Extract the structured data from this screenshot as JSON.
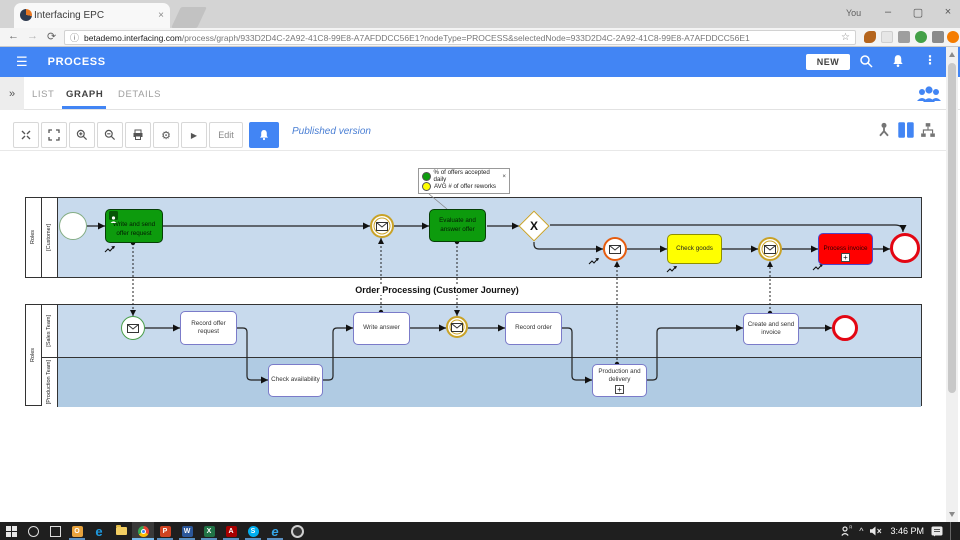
{
  "browser": {
    "tab_title": "Interfacing EPC",
    "tab_close_icon": "×",
    "profile_label": "You",
    "minimize_icon": "–",
    "maximize_icon": "▢",
    "close_icon": "×",
    "back_icon": "←",
    "forward_icon": "→",
    "reload_icon": "⟳",
    "site_info_icon": "ⓘ",
    "url_domain": "betademo.interfacing.com",
    "url_path": "/process/graph/933D2D4C-2A92-41C8-99E8-A7AFDDCC56E1?nodeType=PROCESS&selectedNode=933D2D4C-2A92-41C8-99E8-A7AFDDCC56E1",
    "bookmark_icon": "☆"
  },
  "header": {
    "menu_icon": "☰",
    "title": "PROCESS",
    "new_button": "NEW",
    "more_icon": "⋮"
  },
  "nav": {
    "collapse_icon": "»",
    "tabs": [
      {
        "label": "LIST"
      },
      {
        "label": "GRAPH"
      },
      {
        "label": "DETAILS"
      }
    ]
  },
  "toolbar": {
    "gear_icon": "⚙",
    "play_icon": "▶",
    "edit_label": "Edit",
    "status_text": "Published version"
  },
  "legend": {
    "close_icon": "×",
    "items": [
      {
        "label": "% of offers accepted daily",
        "color": "#0f9d0f"
      },
      {
        "label": "AVG # of offer reworks",
        "color": "#ffff00"
      }
    ]
  },
  "diagram": {
    "title": "Order Processing (Customer Journey)",
    "pool1": {
      "role": "Roles",
      "lane": "[Customer]"
    },
    "pool2": {
      "role": "Roles",
      "lane_top": "[Sales Team]",
      "lane_bottom": "[Production Team]"
    },
    "gateway_label": "X",
    "subprocess_marker": "+",
    "nodes": {
      "write_send": "Write and send offer request",
      "evaluate": "Evaluate and answer offer",
      "check_goods": "Check goods",
      "process_invoice": "Process invoice",
      "record_offer": "Record offer request",
      "check_availability": "Check availability",
      "write_answer": "Write answer",
      "record_order": "Record order",
      "production_delivery": "Production and delivery",
      "create_invoice": "Create and send invoice"
    }
  },
  "colors": {
    "accent_blue": "#4285f4",
    "task_green": "#0d9b0d",
    "task_yellow": "#ffff00",
    "task_red": "#ff0000",
    "lane_light": "#c8daed",
    "lane_dark": "#b0cbe3",
    "status_link": "#4a7fd4",
    "end_red": "#e30613",
    "event_gold": "#c9a227",
    "event_orange": "#e55c0f",
    "event_green": "#4a9e4a"
  },
  "taskbar": {
    "time": "3:46 PM",
    "tray_chevron": "^",
    "tray_people_badge": "ᴿ",
    "apps": [
      {
        "name": "outlook",
        "glyph": "O",
        "color": "#e8a33d"
      },
      {
        "name": "edge",
        "glyph": "e",
        "color": "#1e9ae0"
      },
      {
        "name": "powerpoint",
        "glyph": "P",
        "color": "#d04423"
      },
      {
        "name": "word",
        "glyph": "W",
        "color": "#2b579a"
      },
      {
        "name": "excel",
        "glyph": "X",
        "color": "#217346"
      },
      {
        "name": "acrobat",
        "glyph": "A",
        "color": "#a80000"
      },
      {
        "name": "skype",
        "glyph": "S",
        "color": "#00aff0"
      },
      {
        "name": "ie",
        "glyph": "e",
        "color": "#35a6e8"
      }
    ]
  }
}
